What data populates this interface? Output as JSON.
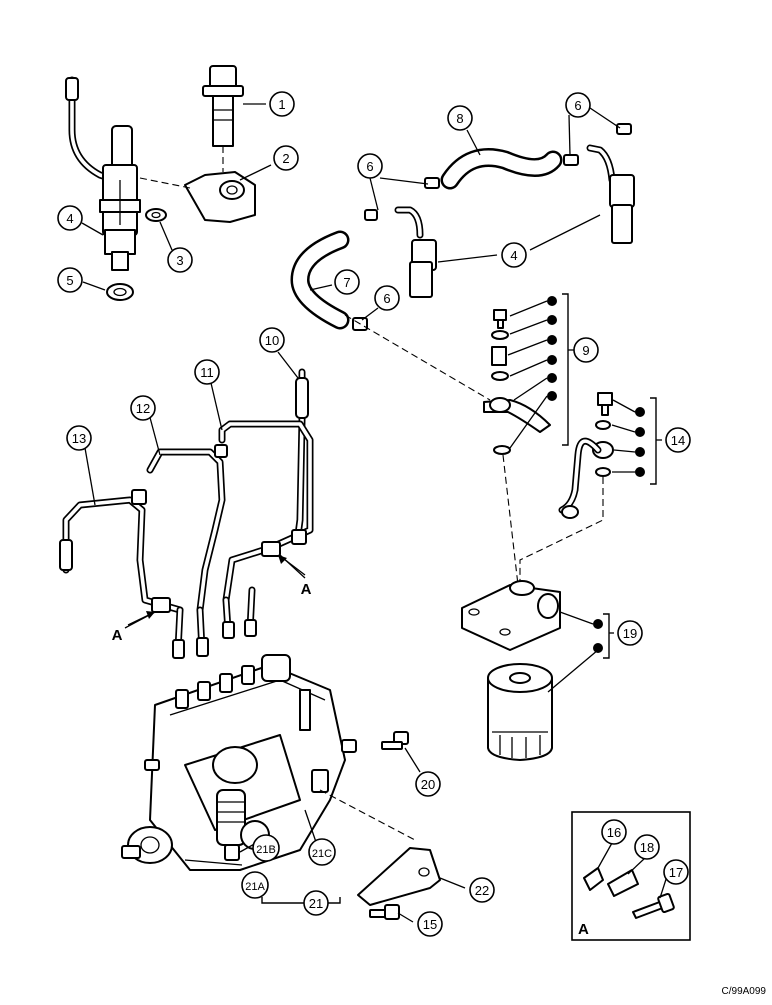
{
  "diagram": {
    "callouts": [
      {
        "id": "c1",
        "label": "1"
      },
      {
        "id": "c2",
        "label": "2"
      },
      {
        "id": "c3",
        "label": "3"
      },
      {
        "id": "c4a",
        "label": "4"
      },
      {
        "id": "c5",
        "label": "5"
      },
      {
        "id": "c4b",
        "label": "4"
      },
      {
        "id": "c6a",
        "label": "6"
      },
      {
        "id": "c6b",
        "label": "6"
      },
      {
        "id": "c6c",
        "label": "6"
      },
      {
        "id": "c7",
        "label": "7"
      },
      {
        "id": "c8",
        "label": "8"
      },
      {
        "id": "c9",
        "label": "9"
      },
      {
        "id": "c10",
        "label": "10"
      },
      {
        "id": "c11",
        "label": "11"
      },
      {
        "id": "c12",
        "label": "12"
      },
      {
        "id": "c13",
        "label": "13"
      },
      {
        "id": "c14",
        "label": "14"
      },
      {
        "id": "c19",
        "label": "19"
      },
      {
        "id": "c20",
        "label": "20"
      },
      {
        "id": "c21C",
        "label": "21C"
      },
      {
        "id": "c21B",
        "label": "21B"
      },
      {
        "id": "c21A",
        "label": "21A"
      },
      {
        "id": "c21",
        "label": "21"
      },
      {
        "id": "c22",
        "label": "22"
      },
      {
        "id": "c15",
        "label": "15"
      },
      {
        "id": "c16",
        "label": "16"
      },
      {
        "id": "c18",
        "label": "18"
      },
      {
        "id": "c17",
        "label": "17"
      }
    ],
    "view_markers": [
      {
        "id": "m1",
        "label": "A"
      },
      {
        "id": "m2",
        "label": "A"
      }
    ],
    "inset_label": "A",
    "reference_code": "C/99A099"
  }
}
